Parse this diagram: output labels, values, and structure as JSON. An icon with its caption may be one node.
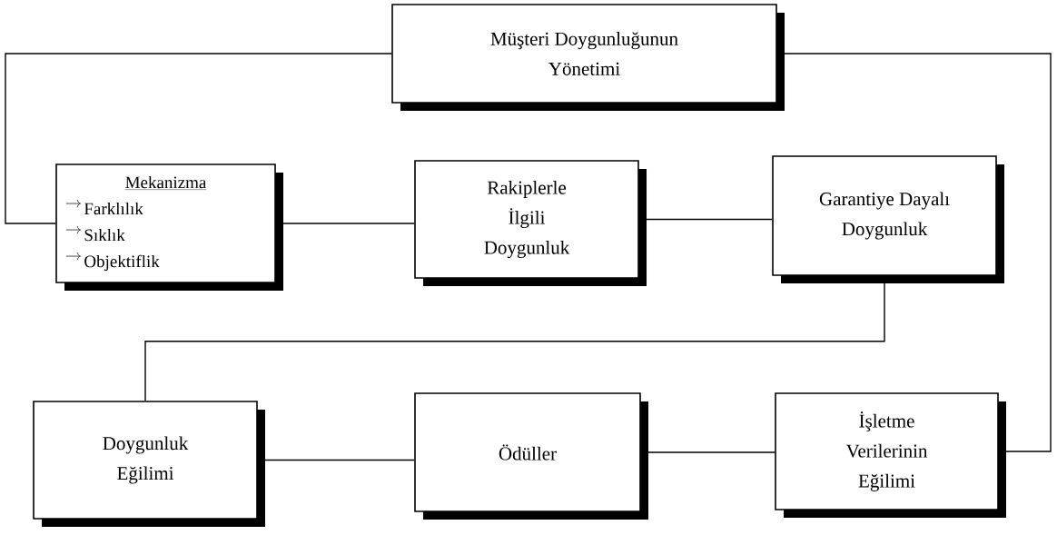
{
  "diagram": {
    "nodes": [
      {
        "text": [
          "Müşteri Doygunluğunun Yönetimi"
        ]
      },
      {
        "text": [
          "Mekanizma",
          "Farklılık",
          "Sıklık",
          "Objektiflik"
        ]
      },
      {
        "text": [
          "Rakiplerle İlgili Doygunluk"
        ]
      },
      {
        "text": [
          "Garantiye Dayalı Doygunluk"
        ]
      },
      {
        "text": [
          "Doygunluk Eğilimi"
        ]
      },
      {
        "text": [
          "Ödüller"
        ]
      },
      {
        "text": [
          "İşletme Verilerinin Eğilimi"
        ]
      }
    ],
    "edges": [
      {
        "from": 0,
        "to": 1,
        "arrow": "none"
      },
      {
        "from": 0,
        "to": 6,
        "arrow": "none"
      },
      {
        "from": 1,
        "to": 2,
        "arrow": "none"
      },
      {
        "from": 2,
        "to": 3,
        "arrow": "none"
      },
      {
        "from": 3,
        "to": 4,
        "arrow": "none"
      },
      {
        "from": 4,
        "to": 5,
        "arrow": "none"
      },
      {
        "from": 5,
        "to": 6,
        "arrow": "none"
      }
    ]
  }
}
